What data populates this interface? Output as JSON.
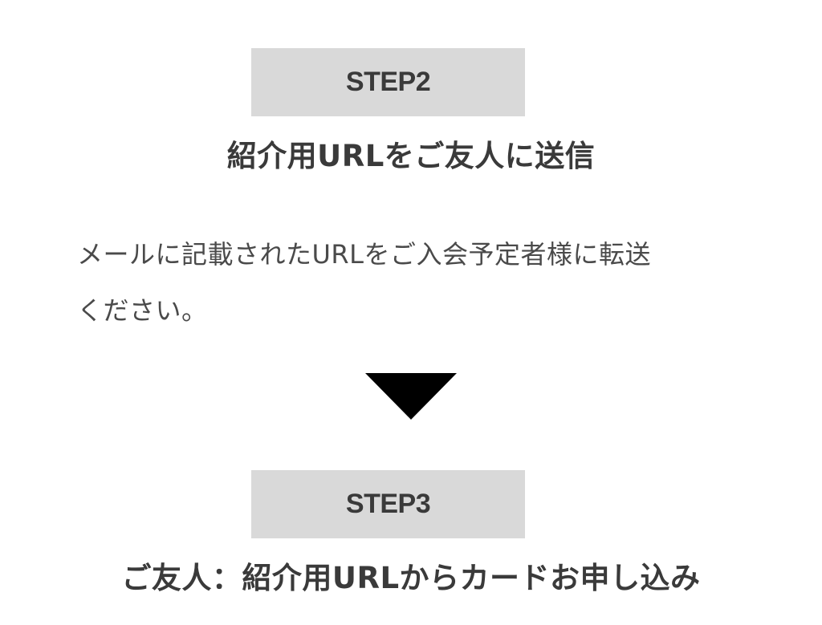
{
  "step2": {
    "badge": "STEP2",
    "title": "紹介用URLをご友人に送信",
    "description_line1": "メールに記載されたURLをご入会予定者様に転送",
    "description_line2": "ください。"
  },
  "arrow": {
    "icon": "triangle-down-icon",
    "color": "#000000"
  },
  "step3": {
    "badge": "STEP3",
    "title": "ご友人：紹介用URLからカードお申し込み"
  },
  "colors": {
    "badge_background": "#d9d9d9",
    "text": "#333333"
  }
}
